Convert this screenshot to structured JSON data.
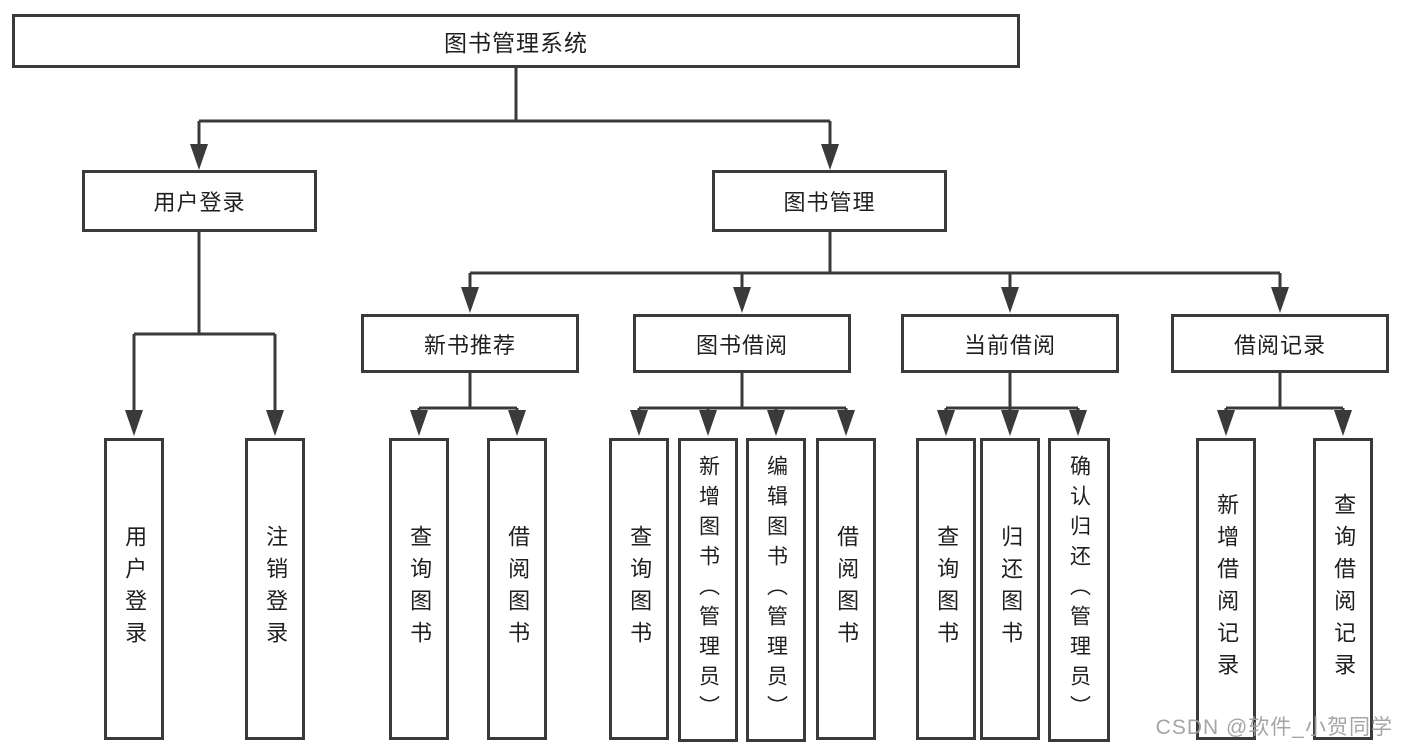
{
  "diagram": {
    "root": {
      "label": "图书管理系统"
    },
    "branches": [
      {
        "label": "用户登录",
        "children": [
          {
            "label": "用户登录"
          },
          {
            "label": "注销登录"
          }
        ]
      },
      {
        "label": "图书管理",
        "children": [
          {
            "label": "新书推荐",
            "children": [
              {
                "label": "查询图书"
              },
              {
                "label": "借阅图书"
              }
            ]
          },
          {
            "label": "图书借阅",
            "children": [
              {
                "label": "查询图书"
              },
              {
                "label": "新增图书（管理员）"
              },
              {
                "label": "编辑图书（管理员）"
              },
              {
                "label": "借阅图书"
              }
            ]
          },
          {
            "label": "当前借阅",
            "children": [
              {
                "label": "查询图书"
              },
              {
                "label": "归还图书"
              },
              {
                "label": "确认归还（管理员）"
              }
            ]
          },
          {
            "label": "借阅记录",
            "children": [
              {
                "label": "新增借阅记录"
              },
              {
                "label": "查询借阅记录"
              }
            ]
          }
        ]
      }
    ]
  },
  "watermark": {
    "text": "CSDN @软件_小贺同学"
  },
  "colors": {
    "line": "#3a3a3a",
    "border": "#3a3a3a",
    "text": "#1f1f1f",
    "watermark": "#9e9e9e",
    "background": "#ffffff"
  }
}
